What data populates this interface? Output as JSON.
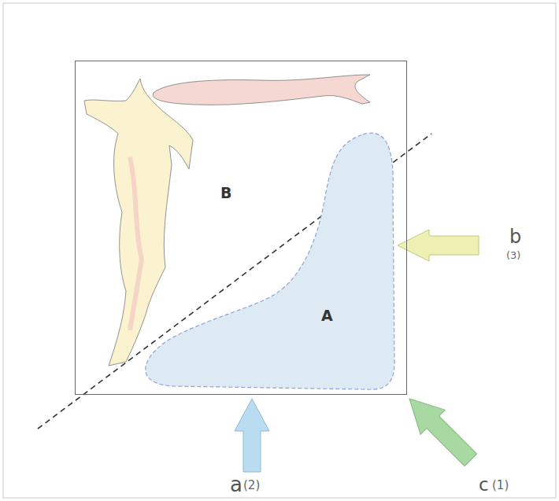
{
  "diagram": {
    "nodes": [
      {
        "text": [
          "B"
        ]
      },
      {
        "text": [
          "A"
        ],
        "in": 0
      }
    ],
    "labels": [
      "b",
      "(3)",
      "a",
      "(2)",
      "c",
      "(1)"
    ]
  }
}
